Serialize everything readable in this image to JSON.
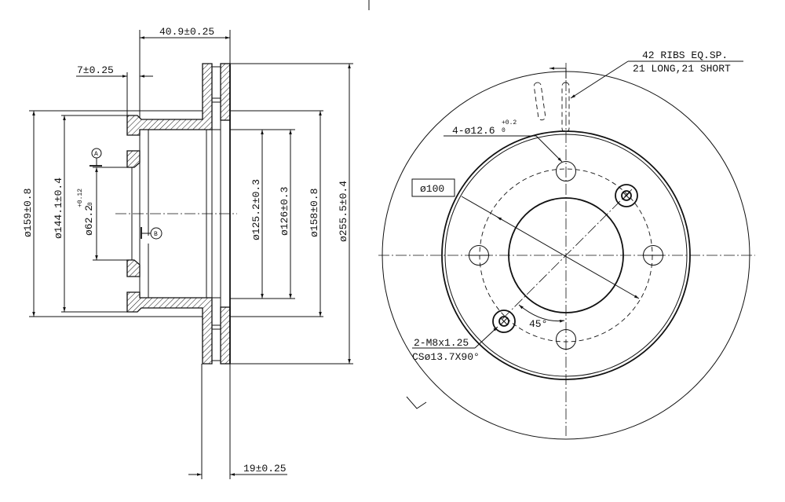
{
  "section_view": {
    "dims": {
      "total_height": "40.9±0.25",
      "flange_thickness": "7±0.25",
      "hat_outer_diameter": "ø159±0.8",
      "hat_inner_diameter": "ø144.1±0.4",
      "bore_diameter": "ø62.2",
      "bore_tol_upper": "+0.12",
      "bore_tol_lower": "0",
      "inner_diameter_a": "ø125.2±0.3",
      "inner_diameter_b": "ø126±0.3",
      "friction_inner_diameter": "ø158±0.8",
      "outer_diameter": "ø255.5±0.4",
      "disc_thickness": "19±0.25"
    },
    "datums": {
      "a": "A",
      "b": "B"
    }
  },
  "front_view": {
    "ribs_line1": "42 RIBS EQ.SP.",
    "ribs_line2": "21 LONG,21 SHORT",
    "bolt_holes": "4-ø12.6",
    "bolt_tol_upper": "+0.2",
    "bolt_tol_lower": "0",
    "pcd": "ø100",
    "threads_line1": "2-M8x1.25",
    "threads_line2": "CSø13.7X90°",
    "angle": "45°"
  }
}
